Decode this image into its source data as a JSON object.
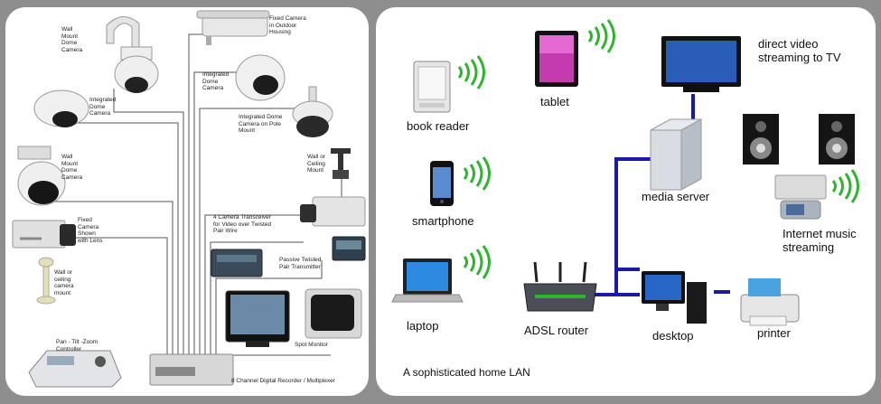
{
  "security_panel": {
    "wall_mount_dome_top": "Wall\nMount\nDome\nCamera",
    "fixed_outdoor": "Fixed Camera\nin Outdoor\nHousing",
    "integrated_dome_top": "Integrated\nDome\nCamera",
    "integrated_dome_left": "Integrated\nDome\nCamera",
    "pole_mount": "Integrated Dome\nCamera on Pole\nMount",
    "wall_mount_dome_mid": "Wall\nMount\nDome\nCamera",
    "wall_ceiling_mount": "Wall or\nCeiling\nMount",
    "fixed_lens": "Fixed\nCamera\nShown\nwith Lens",
    "transceiver": "4 Camera Transceiver\nfor Video over Twisted\nPair Wire",
    "ceiling_camera_mount": "Wall or\nceiling\ncamera\nmount",
    "passive_transmitter": "Passive Twisted\nPair Transmitter",
    "ptz_controller": "Pan - Tilt -Zoom\nController",
    "spot_monitor": "Spot Monitor",
    "recorder": "8 Channel Digital Recorder / Multiplexer"
  },
  "lan_panel": {
    "book_reader": "book reader",
    "tablet": "tablet",
    "direct_video": "direct video\nstreaming to TV",
    "media_server": "media server",
    "smartphone": "smartphone",
    "internet_music": "Internet music\nstreaming",
    "laptop": "laptop",
    "adsl_router": "ADSL router",
    "desktop": "desktop",
    "printer": "printer",
    "caption": "A sophisticated home LAN"
  },
  "colors": {
    "lan_link": "#1a1aa6",
    "wifi": "#2db52d",
    "security_wire": "#555555"
  }
}
